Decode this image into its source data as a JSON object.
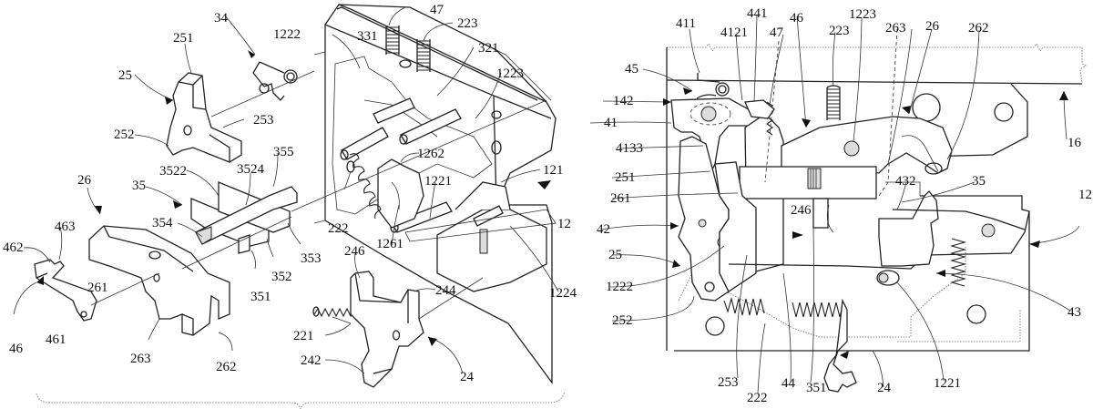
{
  "figure_left": {
    "description": "Exploded isometric view of latch mechanism",
    "labels": [
      {
        "id": "34",
        "text": "34"
      },
      {
        "id": "251",
        "text": "251"
      },
      {
        "id": "25",
        "text": "25"
      },
      {
        "id": "253",
        "text": "253"
      },
      {
        "id": "252",
        "text": "252"
      },
      {
        "id": "26",
        "text": "26"
      },
      {
        "id": "35",
        "text": "35"
      },
      {
        "id": "3522",
        "text": "3522"
      },
      {
        "id": "3524",
        "text": "3524"
      },
      {
        "id": "355",
        "text": "355"
      },
      {
        "id": "354",
        "text": "354"
      },
      {
        "id": "353",
        "text": "353"
      },
      {
        "id": "352",
        "text": "352"
      },
      {
        "id": "351",
        "text": "351"
      },
      {
        "id": "463",
        "text": "463"
      },
      {
        "id": "462",
        "text": "462"
      },
      {
        "id": "261",
        "text": "261"
      },
      {
        "id": "461",
        "text": "461"
      },
      {
        "id": "46",
        "text": "46"
      },
      {
        "id": "263",
        "text": "263"
      },
      {
        "id": "262",
        "text": "262"
      },
      {
        "id": "1222",
        "text": "1222"
      },
      {
        "id": "47",
        "text": "47"
      },
      {
        "id": "223",
        "text": "223"
      },
      {
        "id": "331",
        "text": "331"
      },
      {
        "id": "321",
        "text": "321"
      },
      {
        "id": "1223",
        "text": "1223"
      },
      {
        "id": "1262",
        "text": "1262"
      },
      {
        "id": "121",
        "text": "121"
      },
      {
        "id": "1221",
        "text": "1221"
      },
      {
        "id": "222",
        "text": "222"
      },
      {
        "id": "1261",
        "text": "1261"
      },
      {
        "id": "12",
        "text": "12"
      },
      {
        "id": "1224",
        "text": "1224"
      },
      {
        "id": "246",
        "text": "246"
      },
      {
        "id": "244",
        "text": "244"
      },
      {
        "id": "221",
        "text": "221"
      },
      {
        "id": "242",
        "text": "242"
      },
      {
        "id": "24",
        "text": "24"
      }
    ]
  },
  "figure_right": {
    "description": "Assembled side view of latch mechanism",
    "labels": [
      {
        "id": "411",
        "text": "411"
      },
      {
        "id": "4121",
        "text": "4121"
      },
      {
        "id": "441",
        "text": "441"
      },
      {
        "id": "47",
        "text": "47"
      },
      {
        "id": "46",
        "text": "46"
      },
      {
        "id": "1223",
        "text": "1223"
      },
      {
        "id": "223",
        "text": "223"
      },
      {
        "id": "263",
        "text": "263"
      },
      {
        "id": "26",
        "text": "26"
      },
      {
        "id": "262",
        "text": "262"
      },
      {
        "id": "45",
        "text": "45"
      },
      {
        "id": "142",
        "text": "142"
      },
      {
        "id": "41",
        "text": "41"
      },
      {
        "id": "4133",
        "text": "4133"
      },
      {
        "id": "16",
        "text": "16"
      },
      {
        "id": "251",
        "text": "251"
      },
      {
        "id": "261",
        "text": "261"
      },
      {
        "id": "432",
        "text": "432"
      },
      {
        "id": "35",
        "text": "35"
      },
      {
        "id": "42",
        "text": "42"
      },
      {
        "id": "246",
        "text": "246"
      },
      {
        "id": "12",
        "text": "12"
      },
      {
        "id": "25",
        "text": "25"
      },
      {
        "id": "1222",
        "text": "1222"
      },
      {
        "id": "43",
        "text": "43"
      },
      {
        "id": "252",
        "text": "252"
      },
      {
        "id": "253",
        "text": "253"
      },
      {
        "id": "222",
        "text": "222"
      },
      {
        "id": "44",
        "text": "44"
      },
      {
        "id": "351",
        "text": "351"
      },
      {
        "id": "24",
        "text": "24"
      },
      {
        "id": "1221",
        "text": "1221"
      }
    ]
  }
}
